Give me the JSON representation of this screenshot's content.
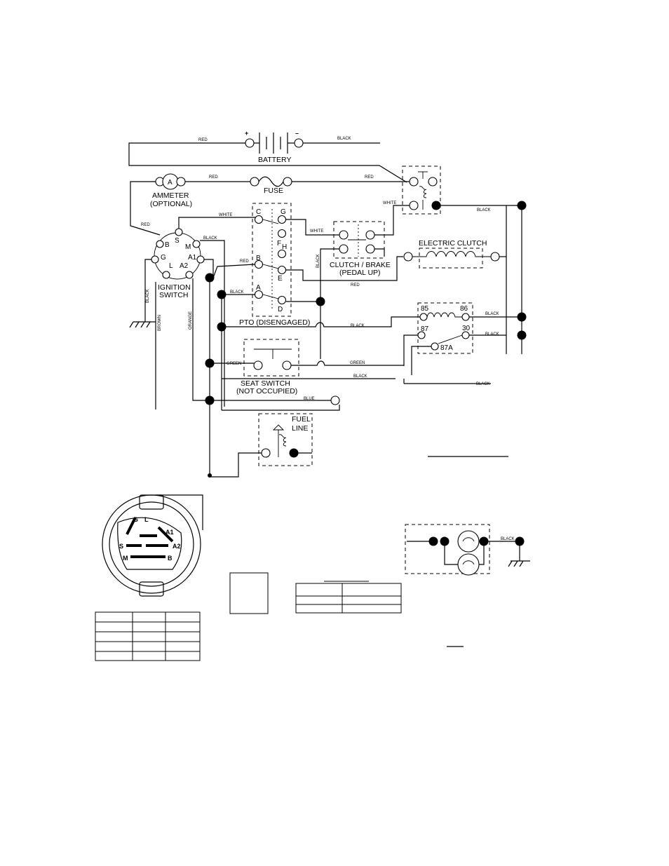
{
  "components": {
    "battery": "BATTERY",
    "battery_plus": "+",
    "battery_minus": "–",
    "fuse": "FUSE",
    "ammeter_symbol": "A",
    "ammeter_1": "AMMETER",
    "ammeter_2": "(OPTIONAL)",
    "ignition_1": "IGNITION",
    "ignition_2": "SWITCH",
    "pto": "PTO (DISENGAGED)",
    "clutch_brake_1": "CLUTCH / BRAKE",
    "clutch_brake_2": "(PEDAL UP)",
    "electric_clutch": "ELECTRIC CLUTCH",
    "seat_1": "SEAT SWITCH",
    "seat_2": "(NOT OCCUPIED)",
    "fuel_1": "FUEL",
    "fuel_2": "LINE"
  },
  "ignition_terminals": [
    "B",
    "S",
    "M",
    "G",
    "L",
    "A2",
    "A1"
  ],
  "pto_terminals": [
    "C",
    "G",
    "F",
    "H",
    "B",
    "E",
    "A",
    "D"
  ],
  "relay_terminals": [
    "85",
    "86",
    "87",
    "30",
    "87A"
  ],
  "ignition_plug_terminals": [
    "G",
    "L",
    "A1",
    "S",
    "A2",
    "M",
    "B"
  ],
  "wires": {
    "red": "RED",
    "black": "BLACK",
    "white": "WHITE",
    "brown": "BROWN",
    "orange": "ORANGE",
    "green": "GREEN",
    "blue": "BLUE"
  }
}
